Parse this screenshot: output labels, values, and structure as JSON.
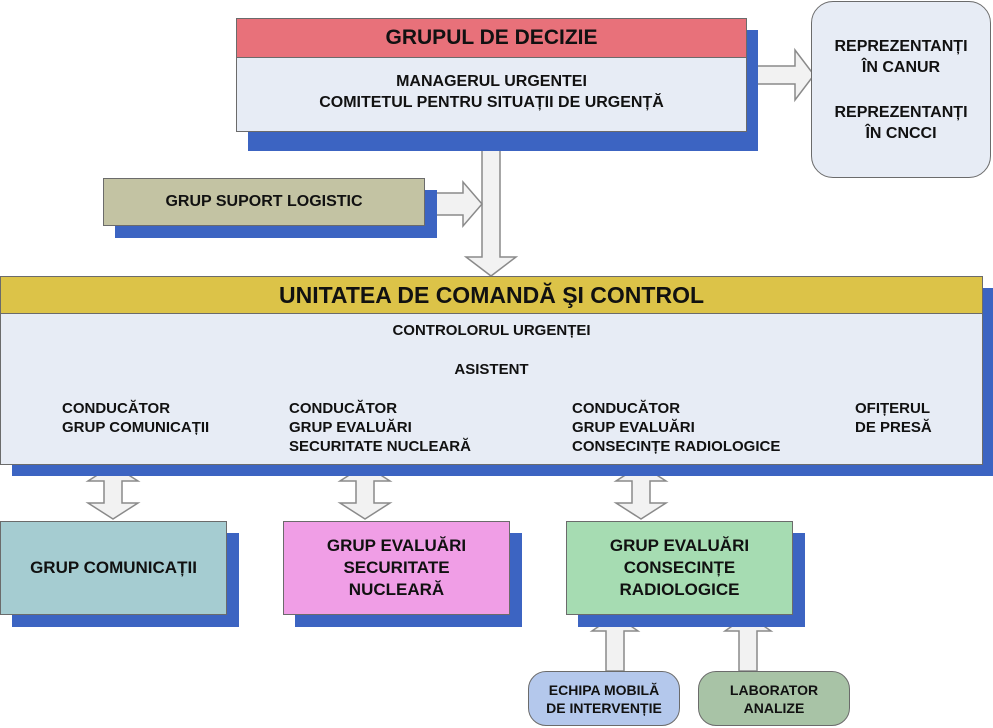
{
  "decision_group": {
    "title": "GRUPUL DE DECIZIE",
    "line1": "MANAGERUL URGENTEI",
    "line2": "COMITETUL PENTRU SITUAȚII DE URGENȚĂ"
  },
  "representatives": {
    "canur_line1": "REPREZENTANȚI",
    "canur_line2": "ÎN CANUR",
    "cncci_line1": "REPREZENTANȚI",
    "cncci_line2": "ÎN CNCCI"
  },
  "logistic_group": {
    "label": "GRUP SUPORT LOGISTIC"
  },
  "command_unit": {
    "title": "UNITATEA DE COMANDĂ ŞI CONTROL",
    "controller": "CONTROLORUL URGENȚEI",
    "assistant": "ASISTENT",
    "leader_comm": [
      "CONDUCĂTOR",
      "GRUP COMUNICAȚII"
    ],
    "leader_nuclear": [
      "CONDUCĂTOR",
      "GRUP EVALUĂRI",
      "SECURITATE NUCLEARĂ"
    ],
    "leader_radiological": [
      "CONDUCĂTOR",
      "GRUP EVALUĂRI",
      "CONSECINȚE RADIOLOGICE"
    ],
    "press_officer": [
      "OFIȚERUL",
      "DE PRESĂ"
    ]
  },
  "groups": {
    "communications": "GRUP COMUNICAȚII",
    "nuclear_safety": [
      "GRUP EVALUĂRI",
      "SECURITATE",
      "NUCLEARĂ"
    ],
    "radiological": [
      "GRUP EVALUĂRI",
      "CONSECINȚE",
      "RADIOLOGICE"
    ]
  },
  "support_units": {
    "mobile_team": [
      "ECHIPA MOBILĂ",
      "DE INTERVENȚIE"
    ],
    "laboratory": [
      "LABORATOR",
      "ANALIZE"
    ]
  },
  "colors": {
    "shadow": "#3c64c2",
    "decision_header": "#e8717a",
    "panel_fill": "#e7ecf5",
    "logistic_fill": "#c3c3a3",
    "command_header": "#dcc348",
    "communications_fill": "#a5ccd1",
    "nuclear_fill": "#f09ee6",
    "radiological_fill": "#a6dcb2",
    "mobile_team_fill": "#b4c8ec",
    "laboratory_fill": "#a8c3a6"
  }
}
